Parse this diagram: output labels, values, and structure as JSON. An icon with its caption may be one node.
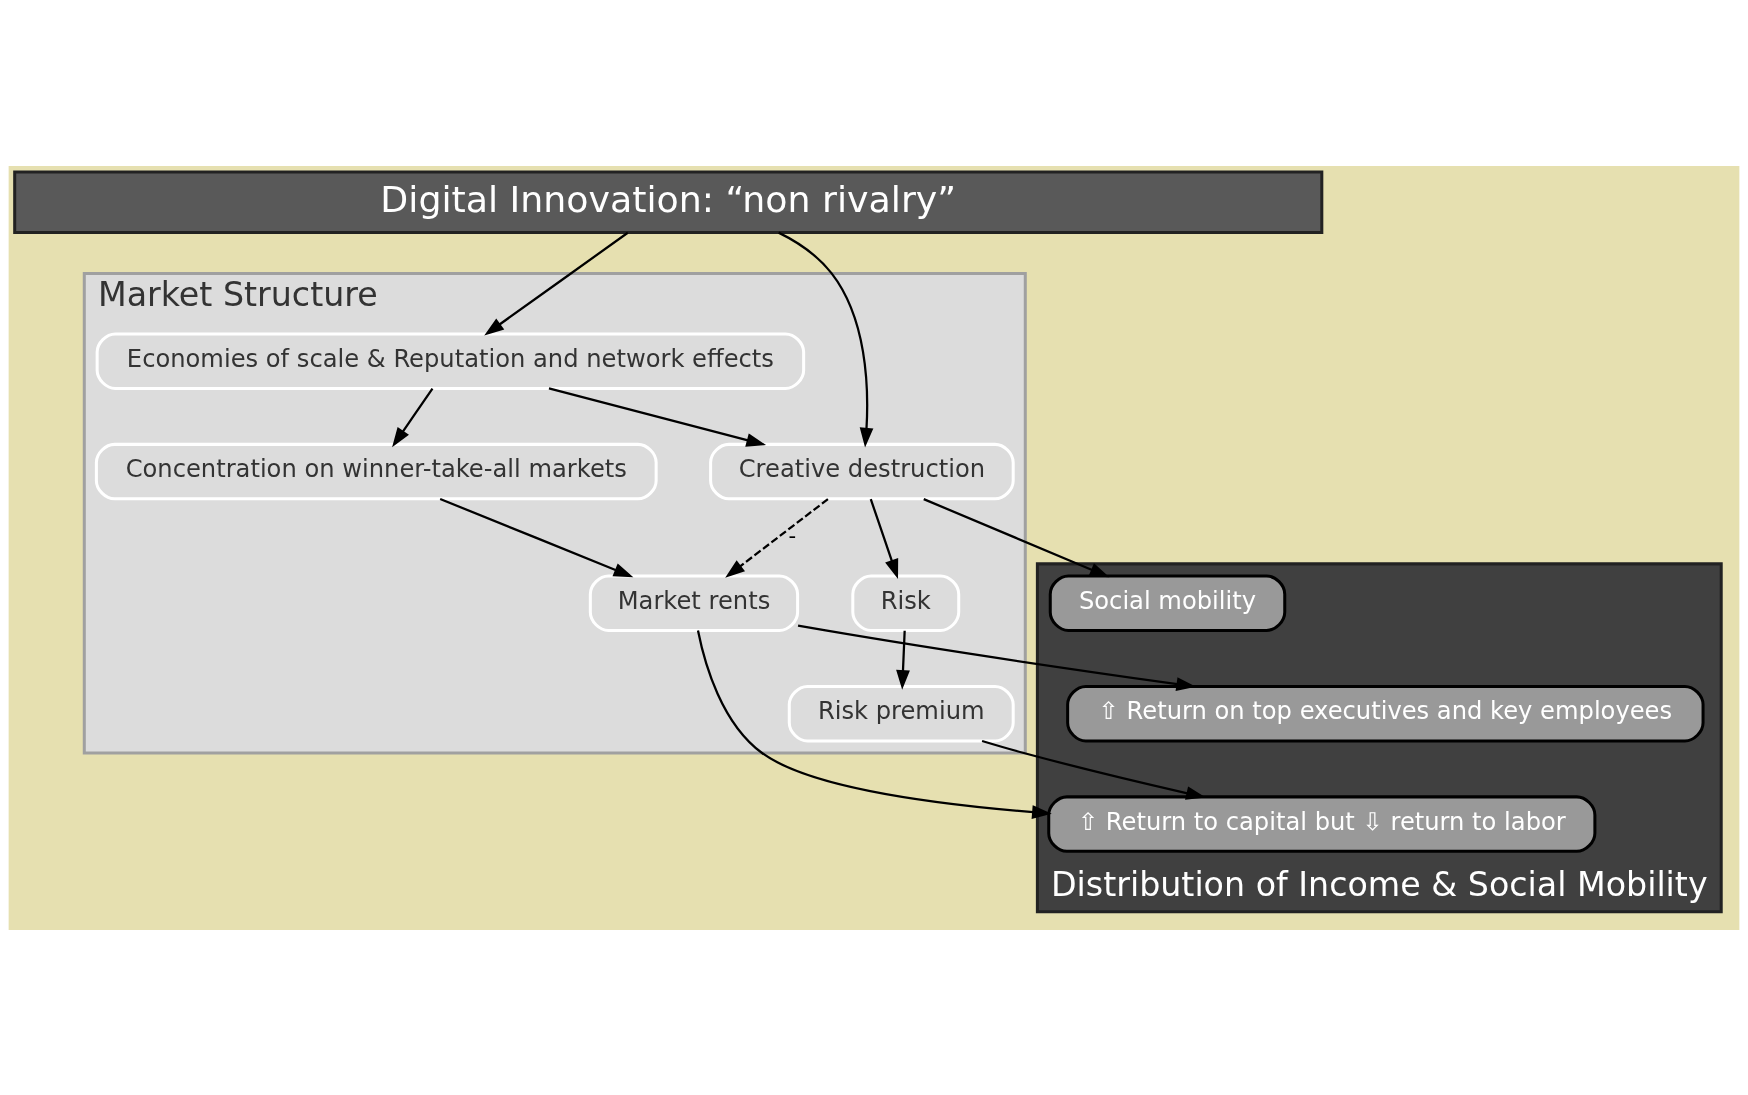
{
  "diagram": {
    "nodes": [
      {
        "text": [
          "Digital Innovation: “non rivalry”"
        ]
      },
      {
        "text": [
          "Market Structure"
        ]
      },
      {
        "text": [
          "Economies of scale & Reputation and network effects"
        ],
        "in": 1
      },
      {
        "text": [
          "Creative destruction"
        ],
        "in": 1
      },
      {
        "text": [
          "Concentration on winner-take-all markets"
        ],
        "in": 1
      },
      {
        "text": [
          "Risk"
        ],
        "in": 1
      },
      {
        "text": [
          "Market rents"
        ],
        "in": 1
      },
      {
        "text": [
          "Risk premium"
        ],
        "in": 1
      },
      {
        "text": [
          "Distribution of Income & Social Mobility"
        ]
      },
      {
        "text": [
          "⇧ Return on top executives and key employees"
        ],
        "in": 8
      },
      {
        "text": [
          "⇧ Return to capital but ⇩ return to labor"
        ],
        "in": 8
      },
      {
        "text": [
          "Social mobility"
        ],
        "in": 8
      }
    ],
    "edges": [
      {
        "from": 0,
        "to": 2,
        "arrow": "to"
      },
      {
        "from": 0,
        "to": 3,
        "arrow": "to"
      },
      {
        "from": 2,
        "to": 3,
        "arrow": "to"
      },
      {
        "from": 2,
        "to": 4,
        "arrow": "to"
      },
      {
        "from": 3,
        "to": 6,
        "arrow": "to",
        "style": "dashed",
        "label": "-"
      },
      {
        "from": 3,
        "to": 5,
        "arrow": "to"
      },
      {
        "from": 3,
        "to": 11,
        "arrow": "to"
      },
      {
        "from": 4,
        "to": 6,
        "arrow": "to"
      },
      {
        "from": 5,
        "to": 7,
        "arrow": "to"
      },
      {
        "from": 6,
        "to": 9,
        "arrow": "to"
      },
      {
        "from": 6,
        "to": 10,
        "arrow": "to"
      },
      {
        "from": 7,
        "to": 10,
        "arrow": "to"
      }
    ]
  }
}
